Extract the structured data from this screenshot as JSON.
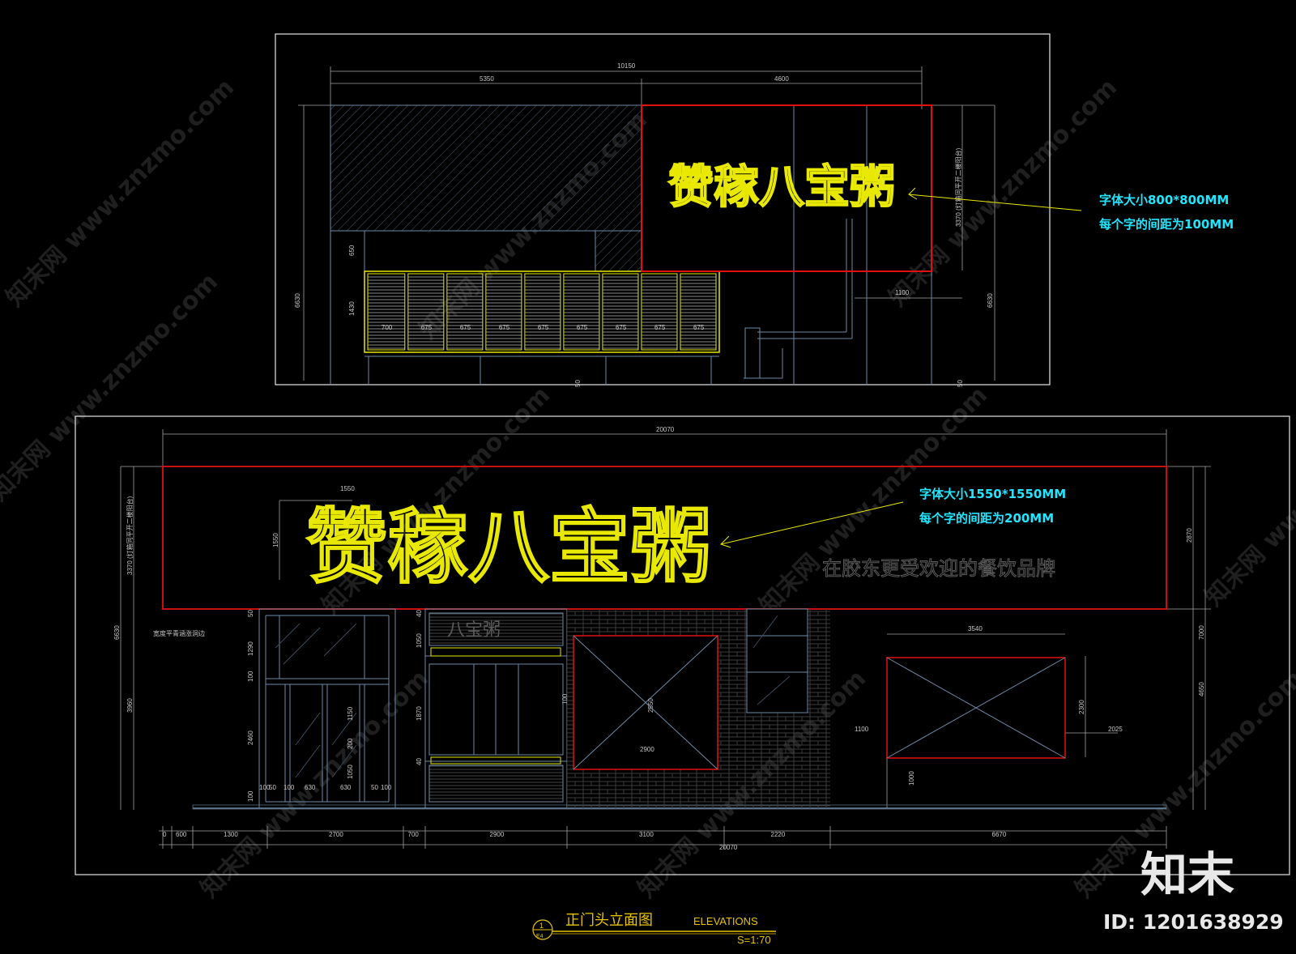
{
  "upper": {
    "dims_top": [
      "10150",
      "5350",
      "4600"
    ],
    "dims_side": [
      "650",
      "1430",
      "6630",
      "1100",
      "3370 (灯箱同平开二楼阳台)",
      "6630"
    ],
    "panel_widths": [
      "700",
      "675",
      "675",
      "675",
      "675",
      "675",
      "675",
      "675",
      "675"
    ],
    "sign_text": "赞稼八宝粥",
    "note_line1": "字体大小800*800MM",
    "note_line2": "每个字的间距为100MM",
    "misc_dim": "50"
  },
  "lower": {
    "dim_top": "20070",
    "dim_letter": "1550",
    "sign_text": "赞稼八宝粥",
    "slogan": "在胶东更受欢迎的餐饮品牌",
    "note_line1": "字体大小1550*1550MM",
    "note_line2": "每个字的间距为200MM",
    "left_note": "宽度平青涵涨洞边",
    "left_dims": [
      "3370 (灯箱同平开二楼阳台)",
      "6630",
      "3960"
    ],
    "right_dims": [
      "2870",
      "7000",
      "4650"
    ],
    "door_dims": [
      "50",
      "1290",
      "100",
      "2460",
      "1150",
      "200",
      "1050",
      "100"
    ],
    "door_bottom": [
      "100",
      "50",
      "100",
      "630",
      "630",
      "50",
      "100"
    ],
    "window_dims": [
      "40",
      "1050",
      "1870",
      "40",
      "100"
    ],
    "mid_dims": [
      "40",
      "2550",
      "2900",
      "100"
    ],
    "right_window": [
      "3540",
      "2300",
      "1100",
      "2025",
      "1000"
    ],
    "bottom_dims": [
      "0",
      "600",
      "1300",
      "2700",
      "700",
      "2900",
      "3100",
      "2220",
      "6670"
    ],
    "bottom_total": "20070",
    "small_sign": "八宝粥"
  },
  "title": {
    "circle_top": "1",
    "circle_bottom": "E4",
    "cn": "正门头立面图",
    "en": "ELEVATIONS",
    "scale": "S=1:70"
  },
  "watermark": {
    "text": "知末网 www.znzmo.com",
    "brand": "知末",
    "id": "ID: 1201638929"
  },
  "colors": {
    "frame": "#e6e6e6",
    "red": "#e01010",
    "yellow": "#e8e800",
    "cyan": "#22e6ff",
    "steel": "#6a8aa8"
  }
}
